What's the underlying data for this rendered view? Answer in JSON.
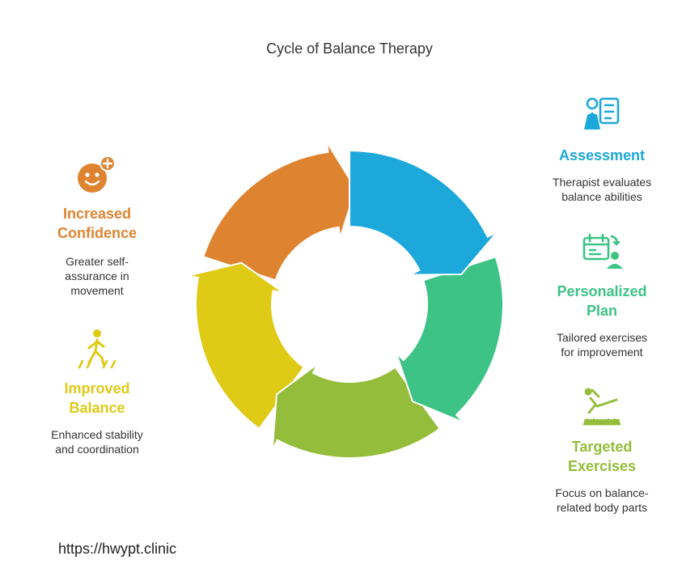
{
  "title": "Cycle of Balance Therapy",
  "footer": "https://hwypt.clinic",
  "colors": {
    "assessment": "#1CA8DA",
    "plan": "#3DC385",
    "exercises": "#93BD3A",
    "balance": "#DFCA16",
    "confidence": "#DE8431"
  },
  "steps": [
    {
      "id": "assessment",
      "label_lines": [
        "Assessment"
      ],
      "desc_lines": [
        "Therapist evaluates",
        "balance abilities"
      ],
      "icon": "therapist-clipboard-icon"
    },
    {
      "id": "plan",
      "label_lines": [
        "Personalized",
        "Plan"
      ],
      "desc_lines": [
        "Tailored exercises",
        "for improvement"
      ],
      "icon": "calendar-person-icon"
    },
    {
      "id": "exercises",
      "label_lines": [
        "Targeted",
        "Exercises"
      ],
      "desc_lines": [
        "Focus on balance-",
        "related body parts"
      ],
      "icon": "exercise-stretch-icon"
    },
    {
      "id": "balance",
      "label_lines": [
        "Improved",
        "Balance"
      ],
      "desc_lines": [
        "Enhanced stability",
        "and coordination"
      ],
      "icon": "walking-person-icon"
    },
    {
      "id": "confidence",
      "label_lines": [
        "Increased",
        "Confidence"
      ],
      "desc_lines": [
        "Greater self-",
        "assurance in",
        "movement"
      ],
      "icon": "smiley-plus-icon"
    }
  ]
}
